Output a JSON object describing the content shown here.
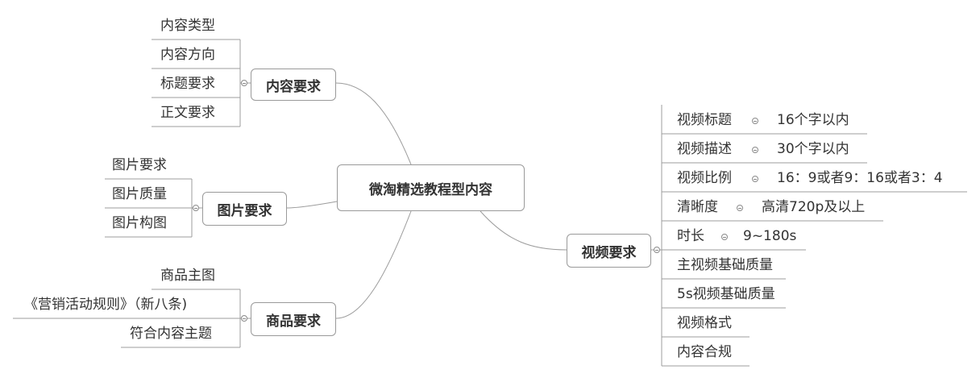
{
  "root": {
    "label": "微淘精选教程型内容"
  },
  "branches": [
    {
      "label": "内容要求",
      "children": [
        "内容类型",
        "内容方向",
        "标题要求",
        "正文要求"
      ]
    },
    {
      "label": "图片要求",
      "children": [
        "图片要求",
        "图片质量",
        "图片构图"
      ]
    },
    {
      "label": "商品要求",
      "children": [
        "商品主图",
        "《营销活动规则》（新八条)",
        "符合内容主题"
      ]
    },
    {
      "label": "视频要求",
      "children": [
        {
          "label": "视频标题",
          "note": "16个字以内"
        },
        {
          "label": "视频描述",
          "note": "30个字以内"
        },
        {
          "label": "视频比例",
          "note": "16：9或者9：16或者3：4"
        },
        {
          "label": "清晰度",
          "note": "高清720p及以上"
        },
        {
          "label": "时长",
          "note": "9~180s"
        },
        {
          "label": "主视频基础质量"
        },
        {
          "label": "5s视频基础质量"
        },
        {
          "label": "视频格式"
        },
        {
          "label": "内容合规"
        }
      ]
    }
  ]
}
